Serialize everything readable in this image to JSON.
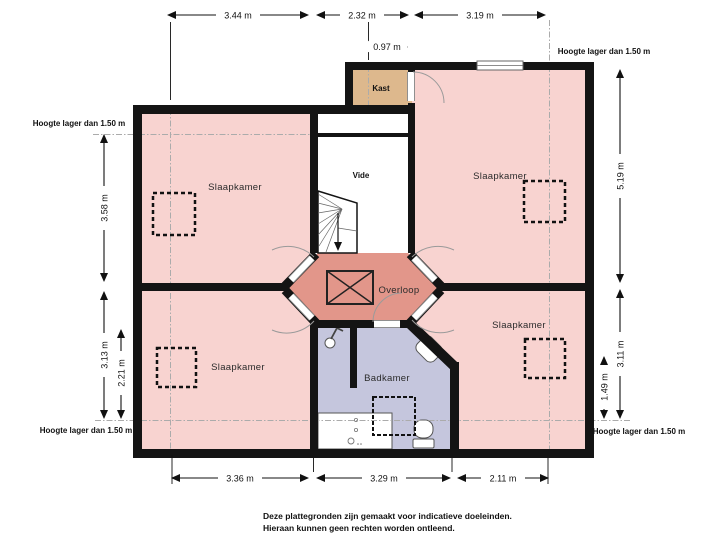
{
  "plan": {
    "rooms": {
      "bedroom_top_left": "Slaapkamer",
      "bedroom_top_right": "Slaapkamer",
      "bedroom_bottom_left": "Slaapkamer",
      "bedroom_bottom_right": "Slaapkamer",
      "closet": "Kast",
      "void": "Vide",
      "landing": "Overloop",
      "bathroom": "Badkamer"
    },
    "dimensions": {
      "top": [
        "3.44 m",
        "2.32 m",
        "3.19 m"
      ],
      "closet_width": "0.97 m",
      "left": [
        "3.58 m",
        "3.13 m",
        "2.21 m"
      ],
      "right": [
        "5.19 m",
        "3.11 m",
        "1.49 m"
      ],
      "bottom": [
        "3.36 m",
        "3.29 m",
        "2.11 m"
      ]
    },
    "height_notes": {
      "top_left": "Hoogte lager dan 1.50 m",
      "top_right": "Hoogte lager dan 1.50 m",
      "bottom_left": "Hoogte lager dan 1.50 m",
      "bottom_right": "Hoogte lager dan 1.50 m"
    },
    "disclaimer": {
      "line1": "Deze plattegronden zijn gemaakt voor indicatieve doeleinden.",
      "line2": "Hieraan kunnen geen rechten worden ontleend."
    },
    "colors": {
      "room": "#f8d3d0",
      "landing": "#e2968a",
      "closet": "#ddb88d",
      "bathroom": "#c5c6dd",
      "wall": "#141414"
    }
  }
}
